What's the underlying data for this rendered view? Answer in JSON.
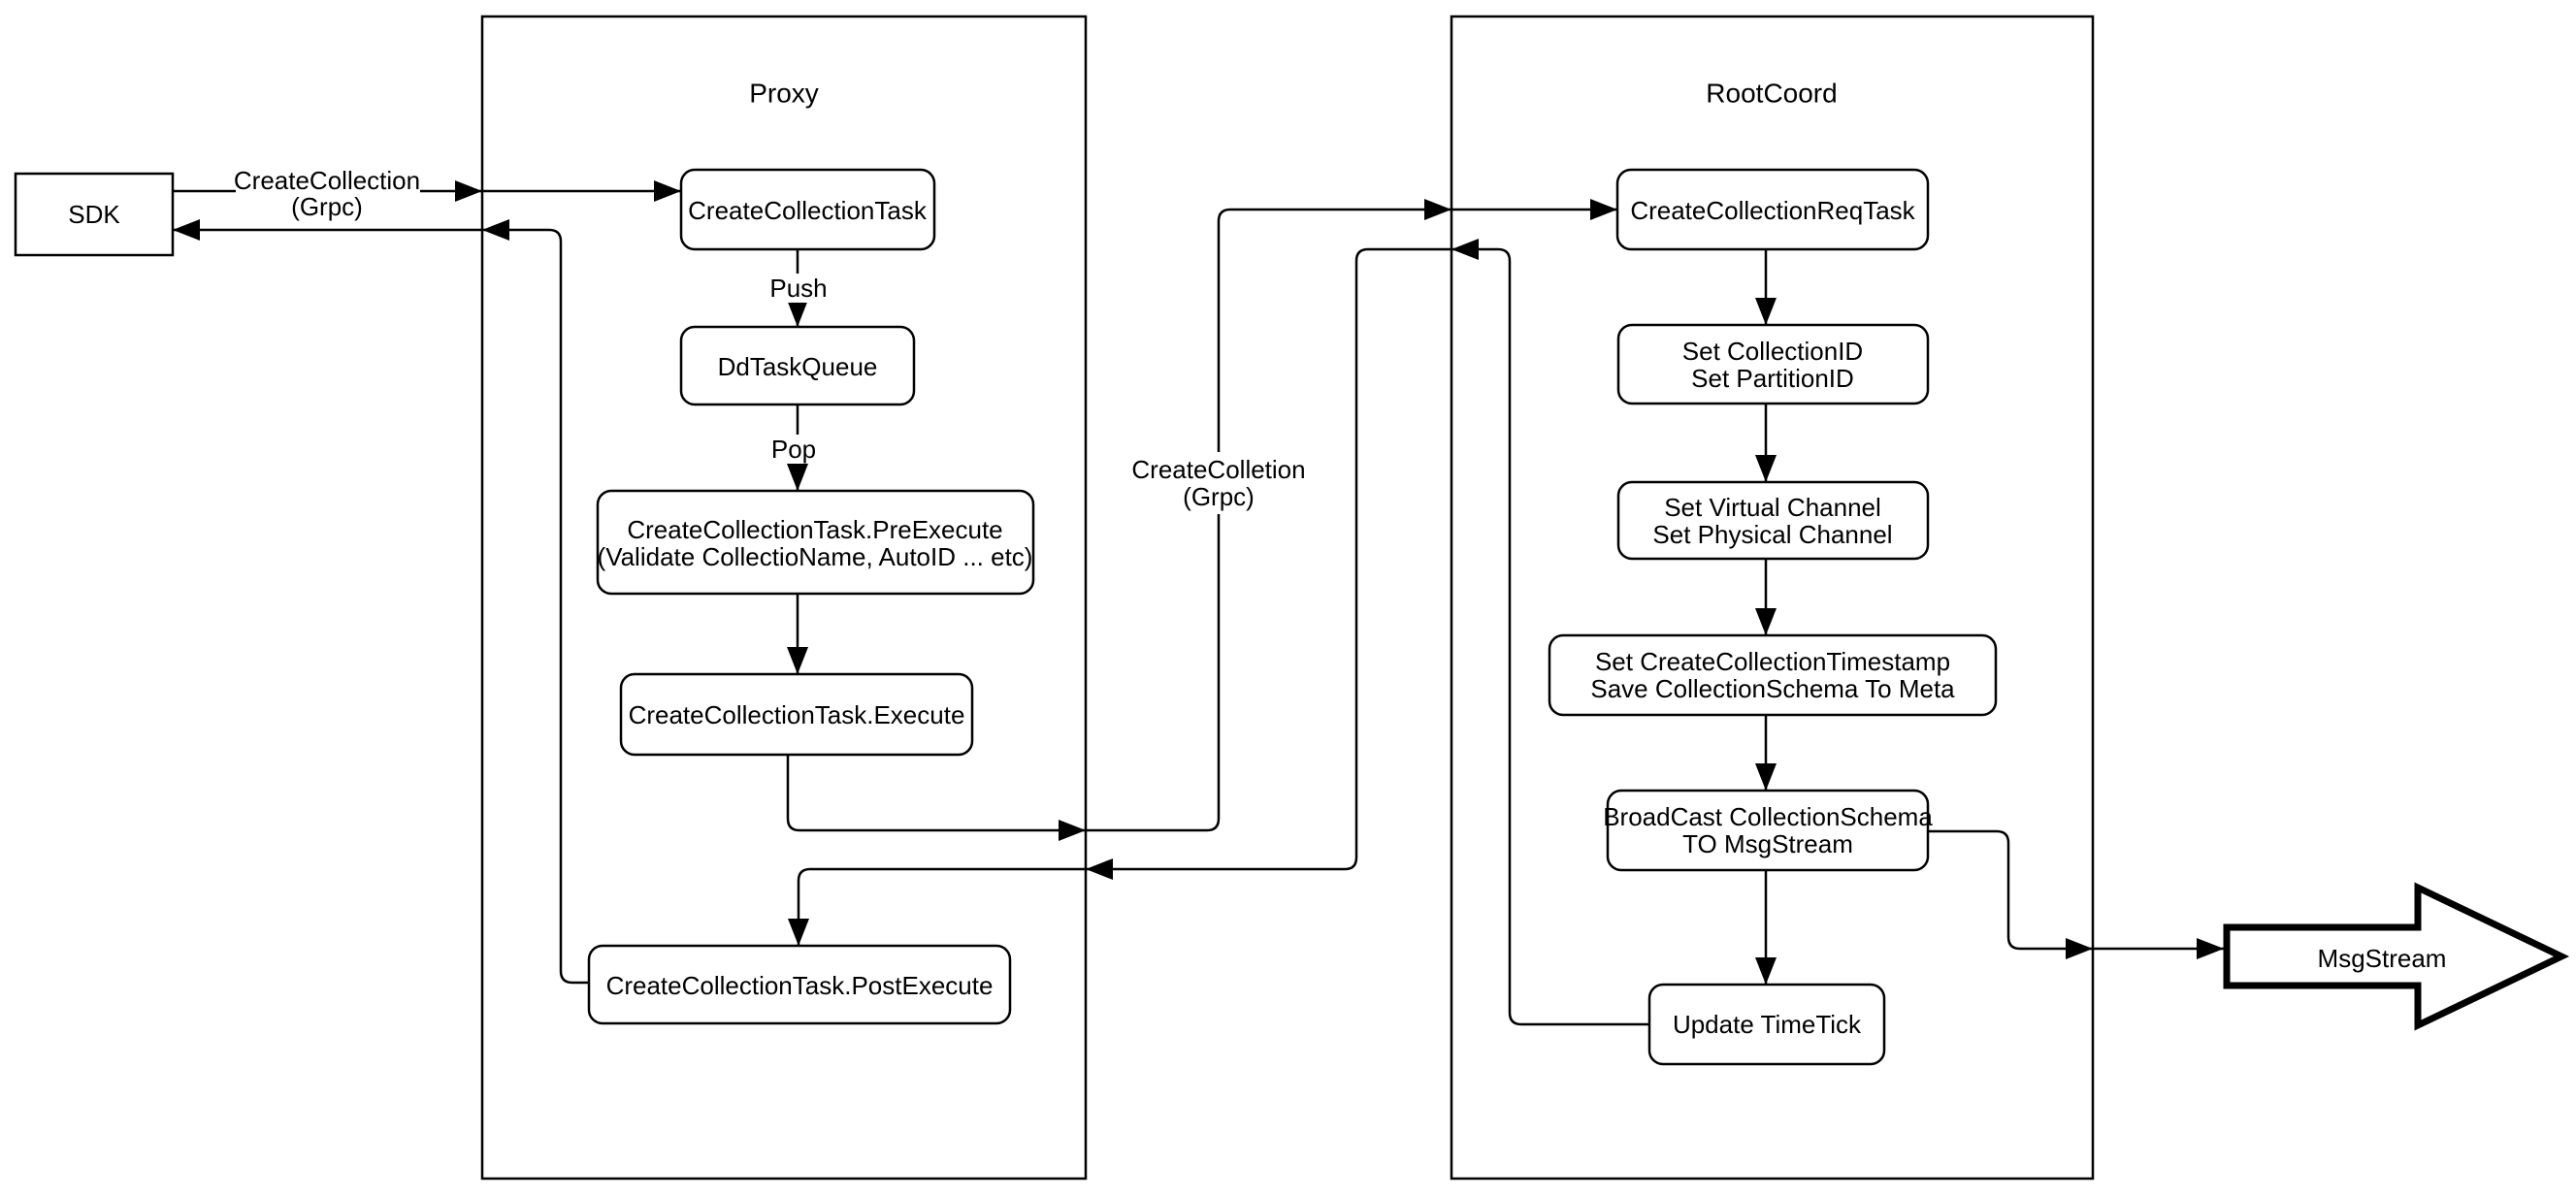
{
  "diagram": {
    "sdk": {
      "label": "SDK"
    },
    "proxy": {
      "title": "Proxy",
      "nodes": {
        "create_collection_task": "CreateCollectionTask",
        "dd_task_queue": "DdTaskQueue",
        "pre_execute_line1": "CreateCollectionTask.PreExecute",
        "pre_execute_line2": "(Validate CollectioName, AutoID ... etc)",
        "execute": "CreateCollectionTask.Execute",
        "post_execute": "CreateCollectionTask.PostExecute"
      },
      "edge_labels": {
        "push": "Push",
        "pop": "Pop"
      }
    },
    "rootcoord": {
      "title": "RootCoord",
      "nodes": {
        "req_task": "CreateCollectionReqTask",
        "set_ids_line1": "Set CollectionID",
        "set_ids_line2": "Set PartitionID",
        "set_channels_line1": "Set Virtual Channel",
        "set_channels_line2": "Set Physical Channel",
        "set_timestamp_line1": "Set CreateCollectionTimestamp",
        "set_timestamp_line2": "Save CollectionSchema To Meta",
        "broadcast_line1": "BroadCast CollectionSchema",
        "broadcast_line2": "TO MsgStream",
        "update_timetick": "Update TimeTick"
      }
    },
    "labels": {
      "grpc_request_line1": "CreateCollection",
      "grpc_request_line2": "(Grpc)",
      "grpc_internal_line1": "CreateColletion",
      "grpc_internal_line2": "(Grpc)"
    },
    "msgstream": {
      "label": "MsgStream"
    },
    "colors": {
      "stroke": "#000000",
      "background": "#ffffff"
    }
  }
}
